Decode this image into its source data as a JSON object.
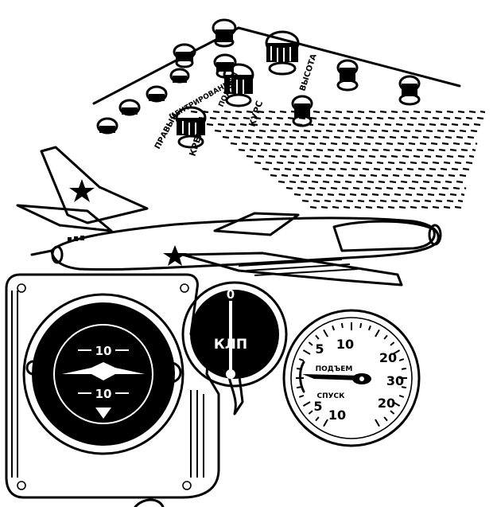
{
  "panel": {
    "labels": [
      "ПРАВЫЙ",
      "КРЕН",
      "КУРС",
      "ВЫСОТА",
      "ПОДЪЕМ",
      "ЦЕНТРИРОВАНИЕ"
    ]
  },
  "horizon_indicator": {
    "upper_mark": "10",
    "lower_mark": "10"
  },
  "turn_indicator": {
    "zero": "0",
    "label": "КЛП"
  },
  "vario": {
    "left_upper": "5",
    "upper_10": "10",
    "right_20_top": "20",
    "right_30": "30",
    "right_20_bottom": "20",
    "left_lower": "5",
    "lower_10": "10",
    "climb_label": "ПОДЪЕМ",
    "descent_label": "СПУСК"
  },
  "colors": {
    "ink": "#000000",
    "paper": "#ffffff"
  }
}
